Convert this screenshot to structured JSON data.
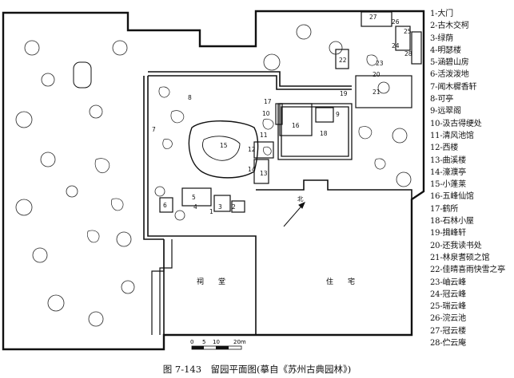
{
  "legend": [
    "1-大门",
    "2-古木交柯",
    "3-绿荫",
    "4-明瑟楼",
    "5-涵碧山房",
    "6-活泼泼地",
    "7-闻木樨香轩",
    "8-可亭",
    "9-远翠阁",
    "10-汲古得绠处",
    "11-清风池馆",
    "12-西楼",
    "13-曲溪楼",
    "14-濠濮亭",
    "15-小蓬莱",
    "16-五峰仙馆",
    "17-鹤所",
    "18-石林小屋",
    "19-揖峰轩",
    "20-还我读书处",
    "21-林泉耆硕之馆",
    "22-佳晴喜雨快雪之亭",
    "23-岫云峰",
    "24-冠云峰",
    "25-瑞云峰",
    "26-浣云池",
    "27-冠云楼",
    "28-伫云庵"
  ],
  "caption": "图 7-143　留园平面图(摹自《苏州古典园林》)",
  "plan": {
    "north_label": "北",
    "area_left": "祠　　堂",
    "area_right": "住　　宅",
    "scale": {
      "ticks": [
        "0",
        "5",
        "10",
        "",
        "20m"
      ]
    },
    "numbers": [
      "1",
      "2",
      "3",
      "4",
      "5",
      "6",
      "7",
      "8",
      "9",
      "10",
      "11",
      "12",
      "13",
      "14",
      "15",
      "16",
      "17",
      "18",
      "19",
      "20",
      "21",
      "22",
      "23",
      "24",
      "25",
      "26",
      "27",
      "28"
    ]
  }
}
